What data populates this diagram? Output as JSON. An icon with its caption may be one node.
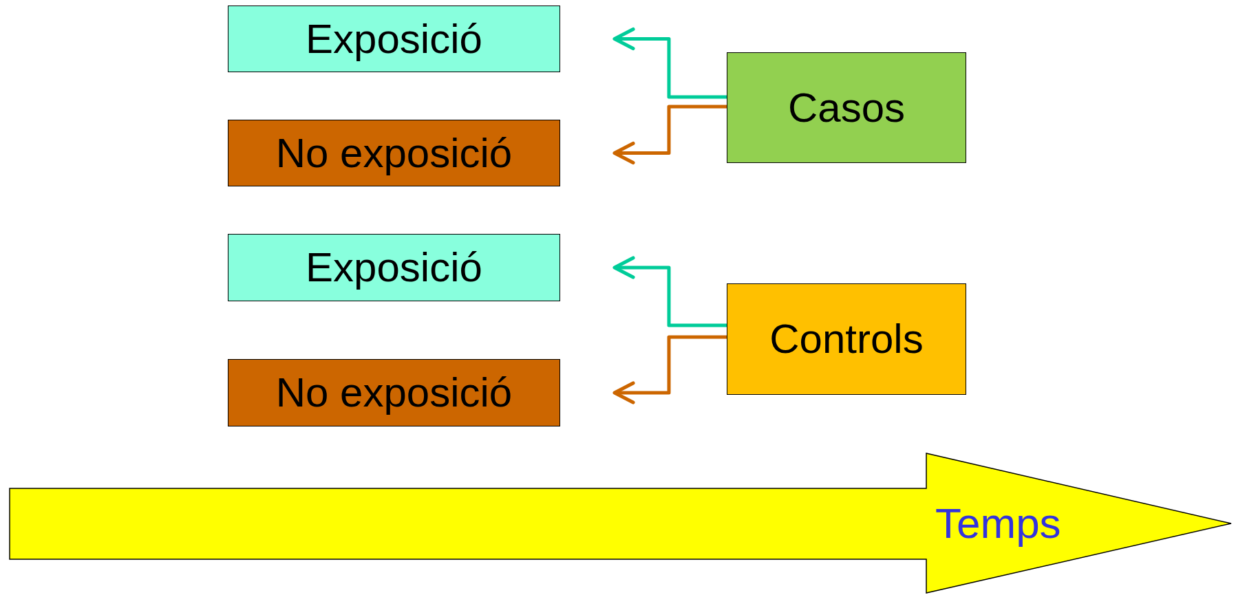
{
  "diagram": {
    "nodes": [
      {
        "text": [
          "Exposició"
        ]
      },
      {
        "text": [
          "Casos"
        ]
      },
      {
        "text": [
          "No exposició"
        ]
      },
      {
        "text": [
          "Exposició"
        ]
      },
      {
        "text": [
          "Controls"
        ]
      },
      {
        "text": [
          "No exposició"
        ]
      },
      {
        "text": [
          "Temps"
        ]
      }
    ],
    "edges": [
      {
        "from": 1,
        "to": 0,
        "arrow": "to",
        "color": "#00cc99"
      },
      {
        "from": 1,
        "to": 2,
        "arrow": "to",
        "color": "#cc6600"
      },
      {
        "from": 4,
        "to": 3,
        "arrow": "to",
        "color": "#00cc99"
      },
      {
        "from": 4,
        "to": 5,
        "arrow": "to",
        "color": "#cc6600"
      }
    ]
  }
}
